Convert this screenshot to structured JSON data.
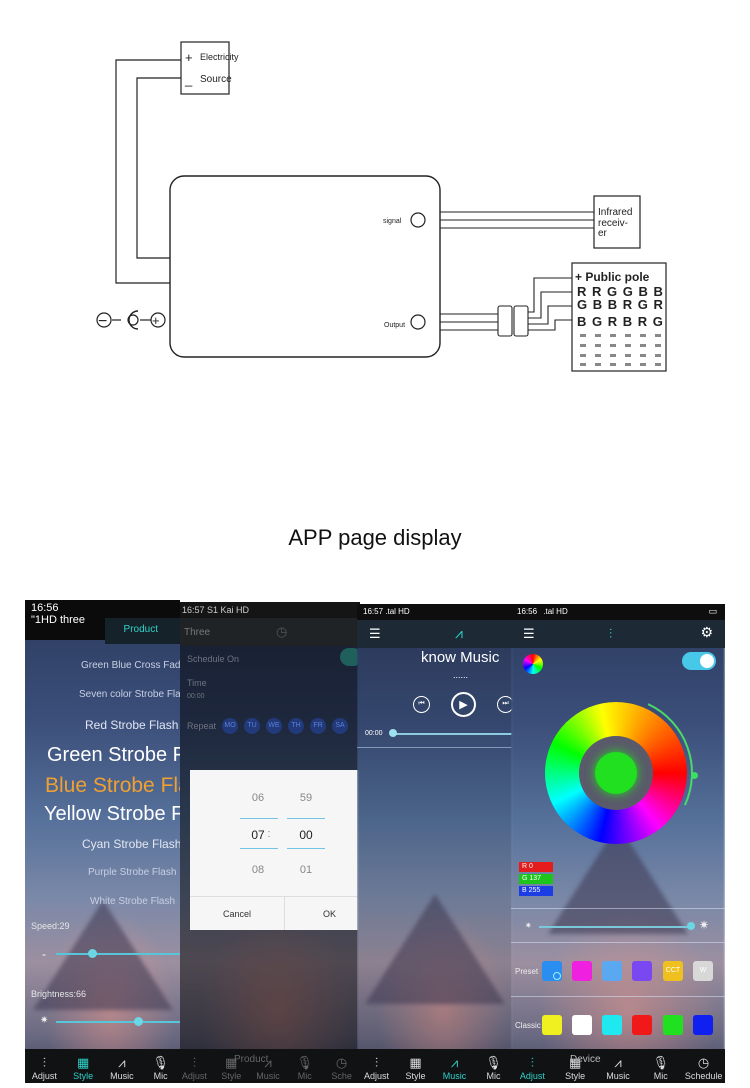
{
  "diagram": {
    "power_plus": "+",
    "power_label_1": "Electricity",
    "power_minus": "_",
    "power_label_2": "Source",
    "signal_label": "signal",
    "output_label": "Output",
    "ir_label_1": "Infrared",
    "ir_label_2": "receiv-",
    "ir_label_3": "er",
    "pole_label": "+ Public pole",
    "rgb_rows": [
      "R R G G B B",
      "G B B R G R",
      "B G R B R G"
    ],
    "connector_minus": "−",
    "connector_plus": "+"
  },
  "section_title": "APP page display",
  "panel1": {
    "status_time": "16:56",
    "status_sub": "\"1HD three",
    "product_label": "Product",
    "modes": [
      {
        "text": "Green Blue Cross Fade"
      },
      {
        "text": "Seven color Strobe Flash"
      },
      {
        "text": "Red Strobe Flash"
      },
      {
        "text": "Green Strobe Flash"
      },
      {
        "text": "Blue Strobe Flash"
      },
      {
        "text": "Yellow Strobe Flash"
      },
      {
        "text": "Cyan Strobe Flash"
      },
      {
        "text": "Purple Strobe Flash"
      },
      {
        "text": "White Strobe Flash"
      }
    ],
    "speed_label": "Speed:29",
    "speed_value": 29,
    "speed_minus": "-",
    "brightness_label": "Brightness:66",
    "brightness_value": 66,
    "brightness_icon": "sun-icon",
    "nav": [
      "Adjust",
      "Style",
      "Music",
      "Mic"
    ],
    "accent": "#f0a030"
  },
  "panel2": {
    "status": "16:57 S1 Kai HD",
    "title": "Three",
    "schedule_on": "Schedule On",
    "time_label": "Time",
    "time_value": "00:00",
    "repeat_label": "Repeat",
    "days": [
      "MO",
      "TU",
      "WE",
      "TH",
      "FR",
      "SA"
    ],
    "picker_hours": [
      "06",
      "07",
      "08"
    ],
    "picker_minutes": [
      "59",
      "00",
      "01"
    ],
    "picker_sep": ":",
    "cancel": "Cancel",
    "ok": "OK",
    "nav": [
      "Adjust",
      "Style",
      "Music",
      "Mic",
      "Sche"
    ],
    "product_watermark": "Product"
  },
  "panel3": {
    "status": "16:57 .tal HD",
    "song_title": "know Music",
    "song_dots": "......",
    "time_pos": "00:00",
    "nav": [
      "Adjust",
      "Style",
      "Music",
      "Mic"
    ]
  },
  "panel4": {
    "status_time": "16:56",
    "status_net": ".tal HD",
    "r_label": "R 0",
    "g_label": "G 137",
    "b_label": "B 255",
    "preset_label": "Preset",
    "classic_label": "Classic",
    "cct_label": "CCT",
    "w_label": "W",
    "preset_colors": [
      "#2a8ef0",
      "#f020e0",
      "#5aa8f0",
      "#7a48f0",
      "#f0c020",
      "#d8d8d8"
    ],
    "classic_colors": [
      "#f0f020",
      "#ffffff",
      "#20e8f0",
      "#f01818",
      "#20e020",
      "#1020f0"
    ],
    "nav": [
      "Adjust",
      "Style",
      "Music",
      "Mic",
      "Schedule"
    ],
    "device_watermark": "Device",
    "center_color": "#20e020"
  }
}
